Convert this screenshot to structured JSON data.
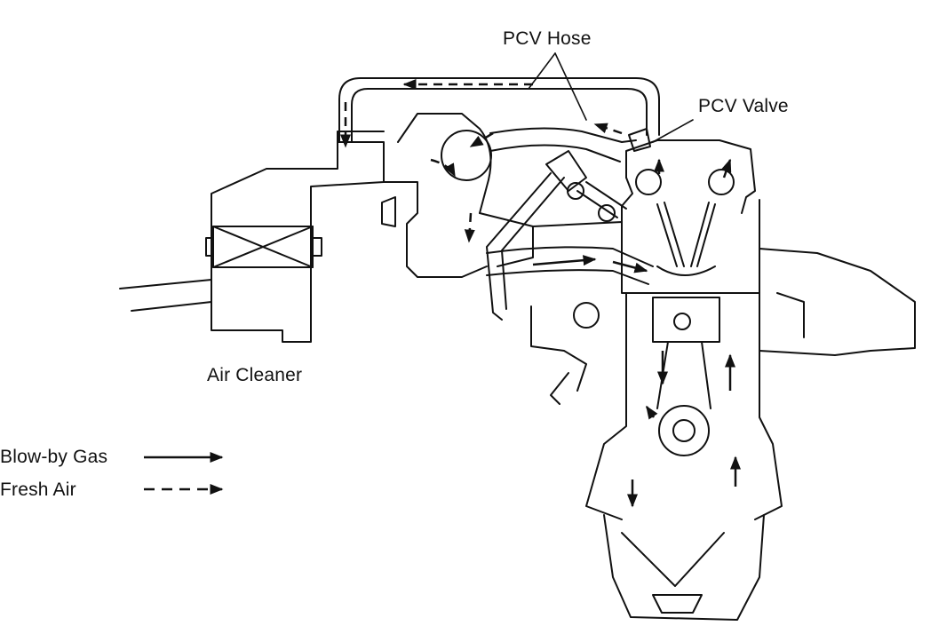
{
  "labels": {
    "pcv_hose": "PCV Hose",
    "pcv_valve": "PCV Valve",
    "air_cleaner": "Air Cleaner"
  },
  "legend": {
    "blow_by": "Blow-by Gas",
    "fresh_air": "Fresh Air"
  },
  "colors": {
    "line": "#111111",
    "background": "#ffffff"
  }
}
